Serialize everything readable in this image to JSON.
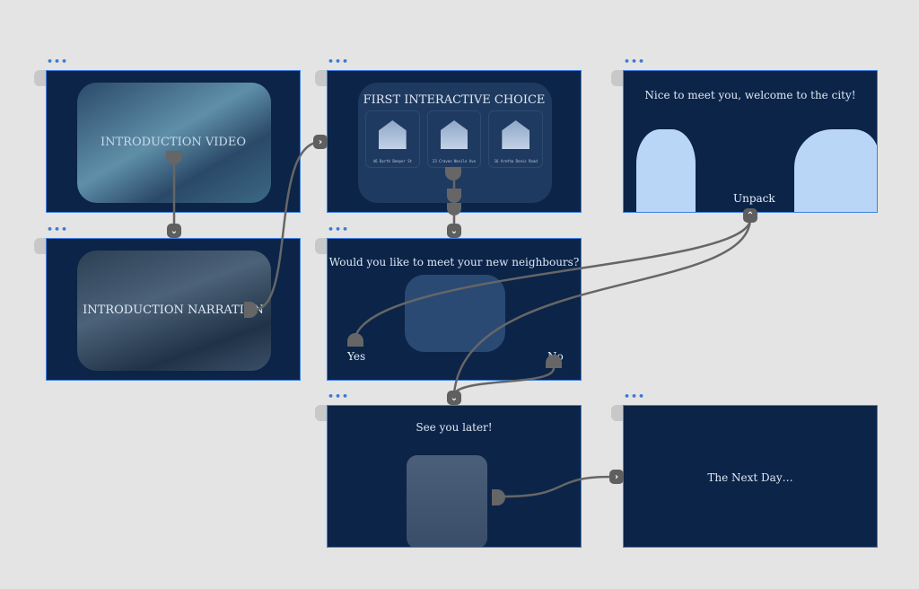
{
  "nodes": [
    {
      "title": "INTRODUCTION VIDEO"
    },
    {
      "title": "FIRST INTERACTIVE CHOICE",
      "choices": [
        "46 Darth Beeper St",
        "23 Craven Nevile Ave",
        "16 Aretha Denis Road"
      ]
    },
    {
      "title": "Nice to meet you, welcome to the city!",
      "button": "Unpack"
    },
    {
      "title": "INTRODUCTION NARRATION"
    },
    {
      "title": "Would you like to meet your new neighbours?",
      "yes": "Yes",
      "no": "No"
    },
    {
      "title": "See you later!"
    },
    {
      "title": "The Next Day…"
    }
  ],
  "menu_icon": "•••",
  "colors": {
    "card": "#0b2448",
    "border": "#3f82e0",
    "wire": "#666666",
    "background": "#e4e4e4"
  }
}
